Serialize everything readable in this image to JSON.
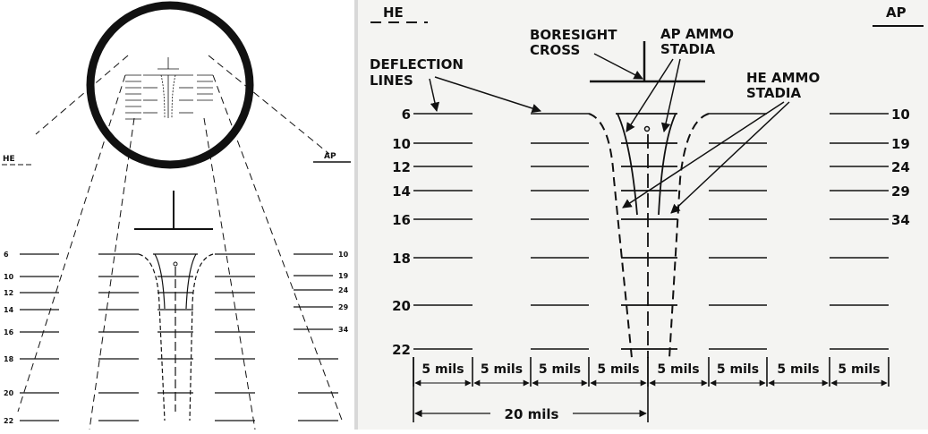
{
  "left_panel": {
    "he_label": "HE",
    "ap_label": "AP",
    "he_ranges": [
      "6",
      "10",
      "12",
      "14",
      "16",
      "18",
      "20",
      "22"
    ],
    "ap_ranges": [
      "10",
      "19",
      "24",
      "29",
      "34"
    ]
  },
  "right_panel": {
    "he_label": "HE",
    "ap_label": "AP",
    "he_ranges": [
      "6",
      "10",
      "12",
      "14",
      "16",
      "18",
      "20",
      "22"
    ],
    "ap_ranges": [
      "10",
      "19",
      "24",
      "29",
      "34"
    ],
    "callouts": {
      "boresight_line1": "BORESIGHT",
      "boresight_line2": "CROSS",
      "ap_stadia_line1": "AP AMMO",
      "ap_stadia_line2": "STADIA",
      "deflection_line1": "DEFLECTION",
      "deflection_line2": "LINES",
      "he_stadia_line1": "HE AMMO",
      "he_stadia_line2": "STADIA"
    },
    "mil_segments": [
      "5 mils",
      "5 mils",
      "5 mils",
      "5 mils",
      "5 mils",
      "5 mils",
      "5 mils",
      "5 mils"
    ],
    "total_span": "20 mils"
  },
  "colors": {
    "ink": "#111111",
    "paper": "#f4f4f2",
    "divider": "#d8d8d8"
  }
}
